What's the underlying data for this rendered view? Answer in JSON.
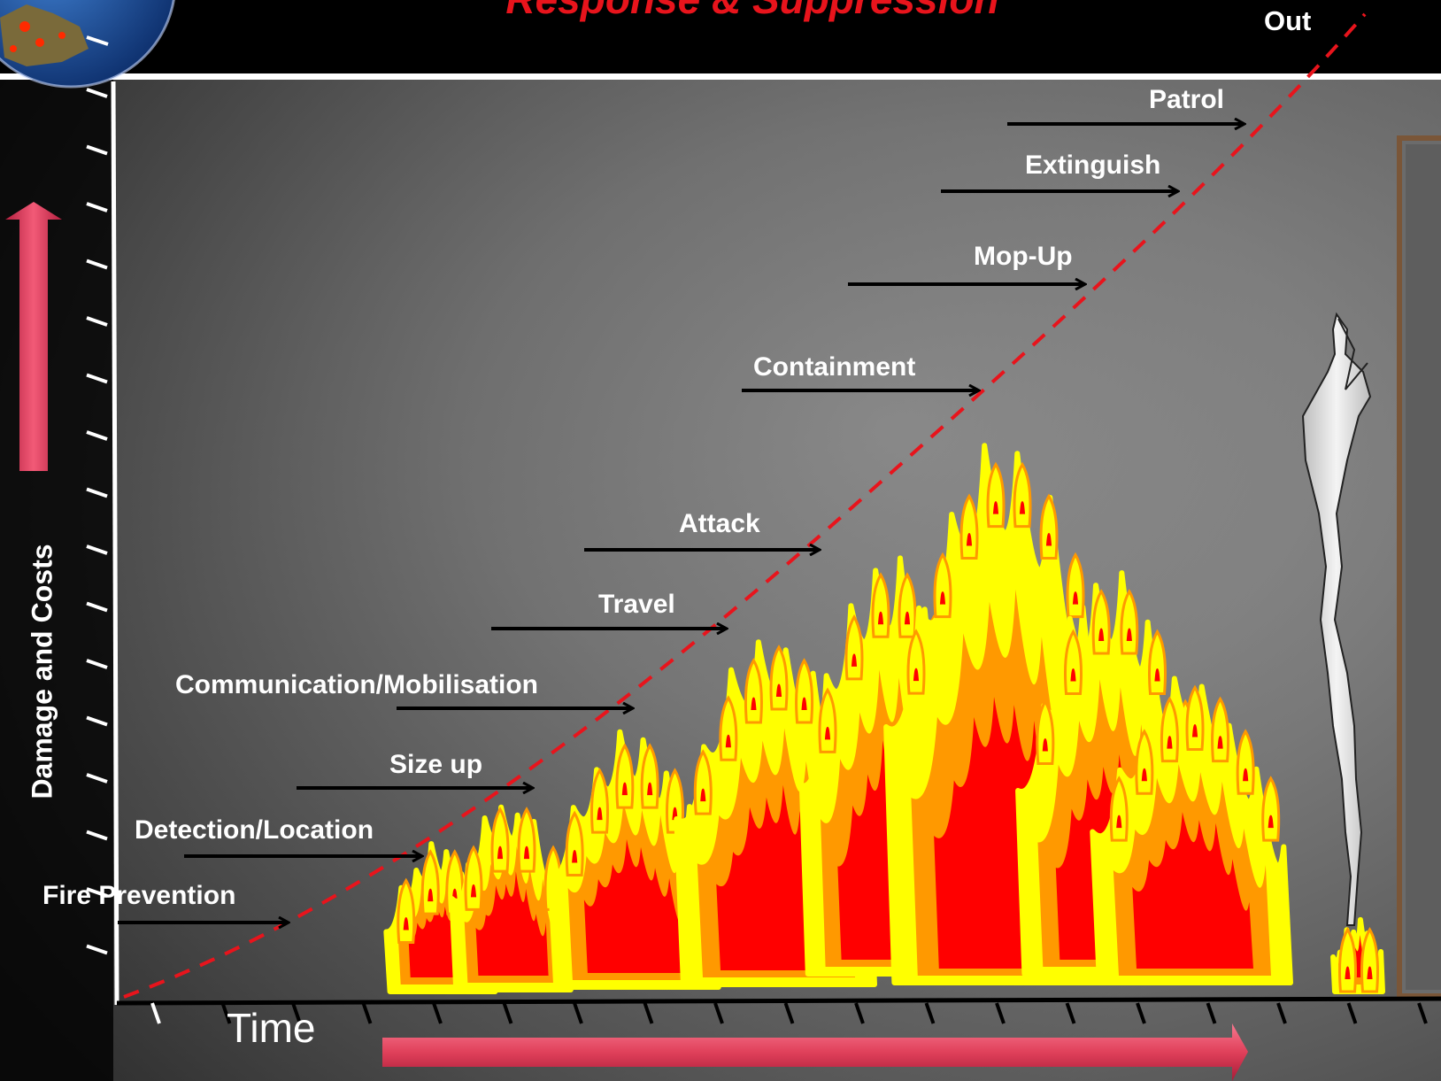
{
  "header": {
    "title": "Response & Suppression",
    "end_label": "Out"
  },
  "axes": {
    "y_label": "Damage and Costs",
    "x_label": "Time"
  },
  "stages": [
    {
      "label": "Fire Prevention"
    },
    {
      "label": "Detection/Location"
    },
    {
      "label": "Size up"
    },
    {
      "label": "Communication/Mobilisation"
    },
    {
      "label": "Travel"
    },
    {
      "label": "Attack"
    },
    {
      "label": "Containment"
    },
    {
      "label": "Mop-Up"
    },
    {
      "label": "Extinguish"
    },
    {
      "label": "Patrol"
    }
  ],
  "colors": {
    "curve": "#e8141c",
    "flame_outer": "#ffff00",
    "flame_mid": "#ff9900",
    "flame_core": "#ff0000",
    "arrow_pink": "#e0405a",
    "door_frame": "#8a5a3a"
  },
  "icons": [
    "globe-icon",
    "smoke-plume-icon",
    "door-icon",
    "fire-icon"
  ]
}
